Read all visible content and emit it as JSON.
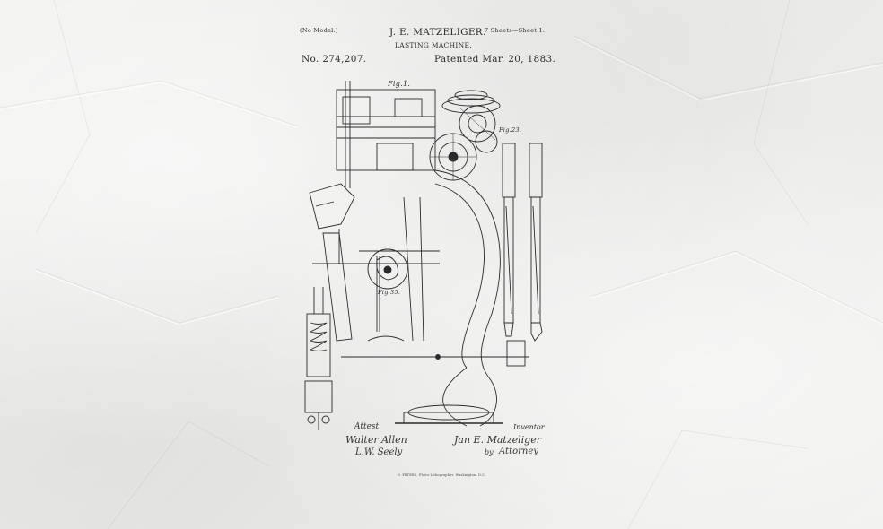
{
  "header": {
    "no_model": "(No Model.)",
    "inventor": "J. E. MATZELIGER.",
    "sheets": "7 Sheets—Sheet 1.",
    "title": "LASTING MACHINE.",
    "patent_no": "No. 274,207.",
    "patented": "Patented Mar. 20, 1883."
  },
  "figures": {
    "fig1": "Fig.1.",
    "fig23": "Fig.23.",
    "fig35": "Fig.35."
  },
  "signatures": {
    "attest": "Attest",
    "witness1": "Walter Allen",
    "witness2": "L.W. Seely",
    "inventor_label": "Inventor",
    "inventor_name": "Jan E. Matzeliger",
    "by": "by",
    "attorney": "Attorney"
  },
  "footer": "N. PETERS, Photo-Lithographer, Washington, D.C.",
  "colors": {
    "paper": "#ececea",
    "ink": "#2a2a2a"
  }
}
